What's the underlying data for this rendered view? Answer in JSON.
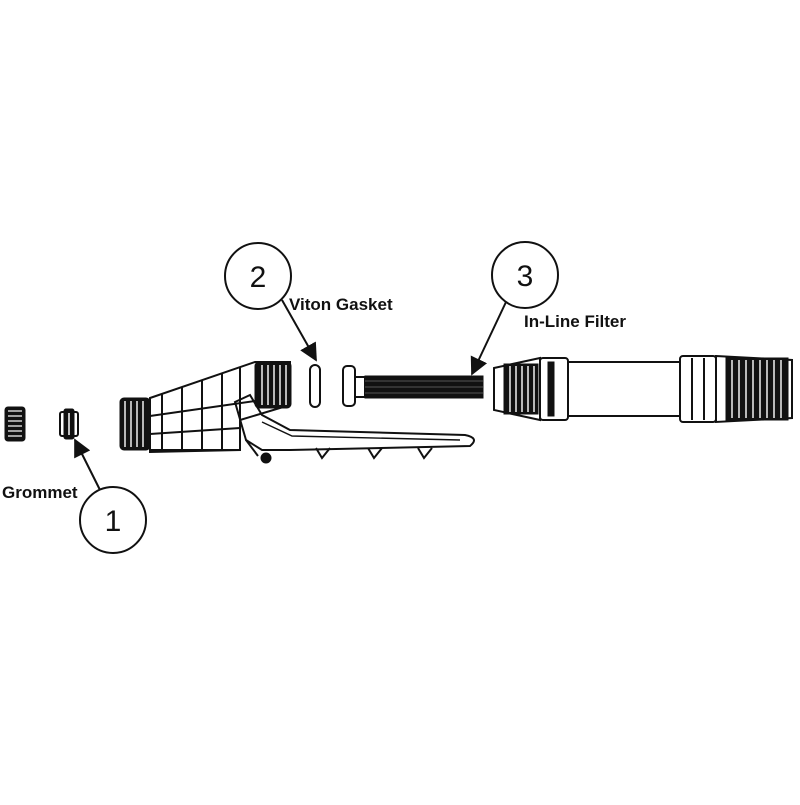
{
  "callouts": [
    {
      "number": "1",
      "label": "Grommet"
    },
    {
      "number": "2",
      "label": "Viton Gasket"
    },
    {
      "number": "3",
      "label": "In-Line Filter"
    }
  ],
  "colors": {
    "ink": "#111111",
    "background": "#ffffff"
  }
}
